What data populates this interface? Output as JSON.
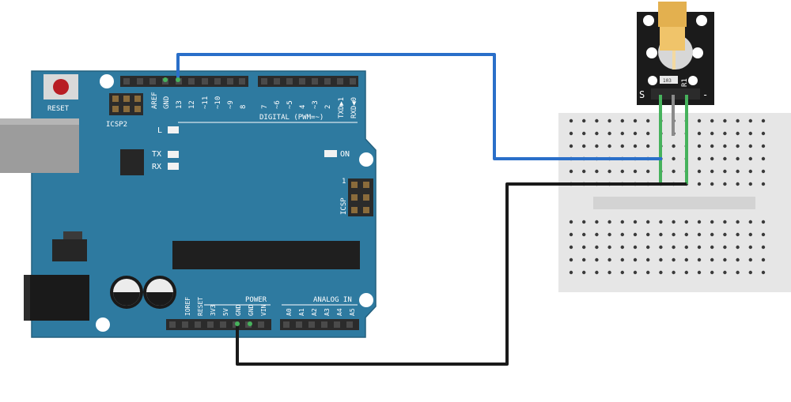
{
  "board": {
    "reset_label": "RESET",
    "icsp2_label": "ICSP2",
    "icsp_label": "ICSP",
    "icsp_pin_one": "1",
    "digital_label": "DIGITAL (PWM=~)",
    "power_label": "POWER",
    "analog_label": "ANALOG IN",
    "led_l": "L",
    "led_tx": "TX",
    "led_rx": "RX",
    "led_on": "ON",
    "digital_pins_left": [
      "AREF",
      "GND",
      "13",
      "12",
      "~11",
      "~10",
      "~9",
      "8"
    ],
    "digital_pins_right": [
      "7",
      "~6",
      "~5",
      "4",
      "~3",
      "2",
      "TXD▶1",
      "RXD◀0"
    ],
    "power_pins": [
      "IOREF",
      "RESET",
      "3V3",
      "5V",
      "GND",
      "GND",
      "VIN"
    ],
    "analog_pins": [
      "A0",
      "A1",
      "A2",
      "A3",
      "A4",
      "A5"
    ],
    "colors": {
      "board": "#2e7aa0",
      "header": "#2b2b2b",
      "reset_button": "#b81d24"
    }
  },
  "module": {
    "label_s": "S",
    "label_minus": "-",
    "resistor_label": "R1",
    "resistor_code": "103",
    "colors": {
      "board": "#1b1b1b",
      "laser": "#e3b04f"
    }
  },
  "wires": {
    "signal_color": "#2a6fc9",
    "ground_color": "#1a1a1a",
    "lead_color": "#46b25c"
  },
  "breadboard": {
    "color": "#e6e6e6"
  }
}
